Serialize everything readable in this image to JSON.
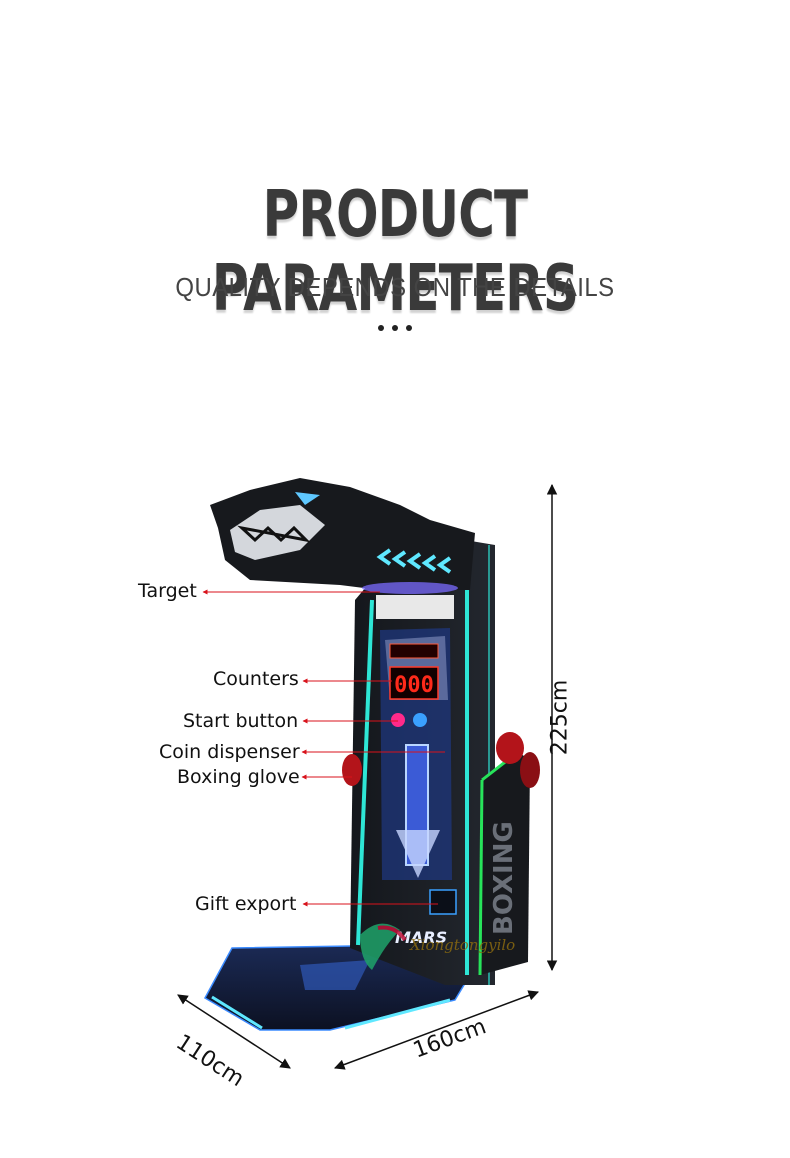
{
  "header": {
    "title": "PRODUCT PARAMETERS",
    "subtitle": "QUALITY DEPENDS ON THE DETAILS"
  },
  "callouts": {
    "target": "Target",
    "counters": "Counters",
    "start_button": "Start button",
    "coin_dispenser": "Coin dispenser",
    "boxing_glove": "Boxing glove",
    "gift_export": "Gift export"
  },
  "dimensions": {
    "height": "225cm",
    "depth": "110cm",
    "width": "160cm"
  },
  "machine": {
    "score_display": "000",
    "side_text": "BOXING",
    "logo_text": "MARS",
    "watermark": "Xiongtongyilo"
  },
  "colors": {
    "accent_cyan": "#2ee6d6",
    "accent_blue": "#3aa0ff",
    "arrow_red": "#d8121b",
    "score_red": "#ff2a1a"
  }
}
